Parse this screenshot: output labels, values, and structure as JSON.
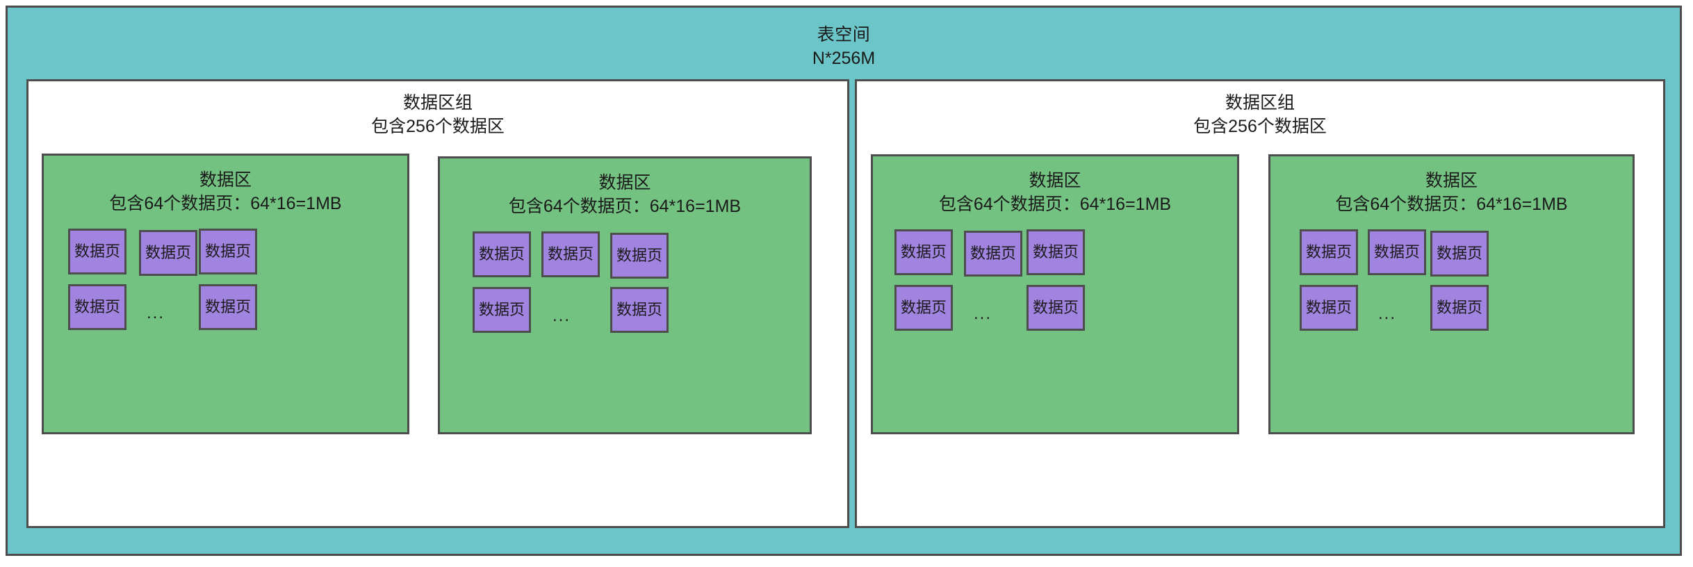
{
  "tablespace": {
    "title": "表空间",
    "subtitle": "N*256M",
    "bg_color": "#6CC5C8",
    "border_color": "#4D4D4D"
  },
  "extent_group_template": {
    "title": "数据区组",
    "subtitle": "包含256个数据区",
    "bg_color": "#FFFFFF"
  },
  "extent_template": {
    "title": "数据区",
    "subtitle": "包含64个数据页：64*16=1MB",
    "bg_color": "#74C282"
  },
  "data_page_template": {
    "label": "数据页",
    "bg_color": "#A183E0"
  },
  "ellipsis": "...",
  "groups": [
    {
      "title": "数据区组",
      "subtitle": "包含256个数据区",
      "extents": [
        {
          "title": "数据区",
          "subtitle": "包含64个数据页：64*16=1MB",
          "pages_top": [
            "数据页",
            "数据页",
            "数据页"
          ],
          "pages_bottom": [
            "数据页",
            "数据页"
          ],
          "ellipsis": "..."
        },
        {
          "title": "数据区",
          "subtitle": "包含64个数据页：64*16=1MB",
          "pages_top": [
            "数据页",
            "数据页",
            "数据页"
          ],
          "pages_bottom": [
            "数据页",
            "数据页"
          ],
          "ellipsis": "..."
        }
      ]
    },
    {
      "title": "数据区组",
      "subtitle": "包含256个数据区",
      "extents": [
        {
          "title": "数据区",
          "subtitle": "包含64个数据页：64*16=1MB",
          "pages_top": [
            "数据页",
            "数据页",
            "数据页"
          ],
          "pages_bottom": [
            "数据页",
            "数据页"
          ],
          "ellipsis": "..."
        },
        {
          "title": "数据区",
          "subtitle": "包含64个数据页：64*16=1MB",
          "pages_top": [
            "数据页",
            "数据页",
            "数据页"
          ],
          "pages_bottom": [
            "数据页",
            "数据页"
          ],
          "ellipsis": "..."
        }
      ]
    }
  ]
}
